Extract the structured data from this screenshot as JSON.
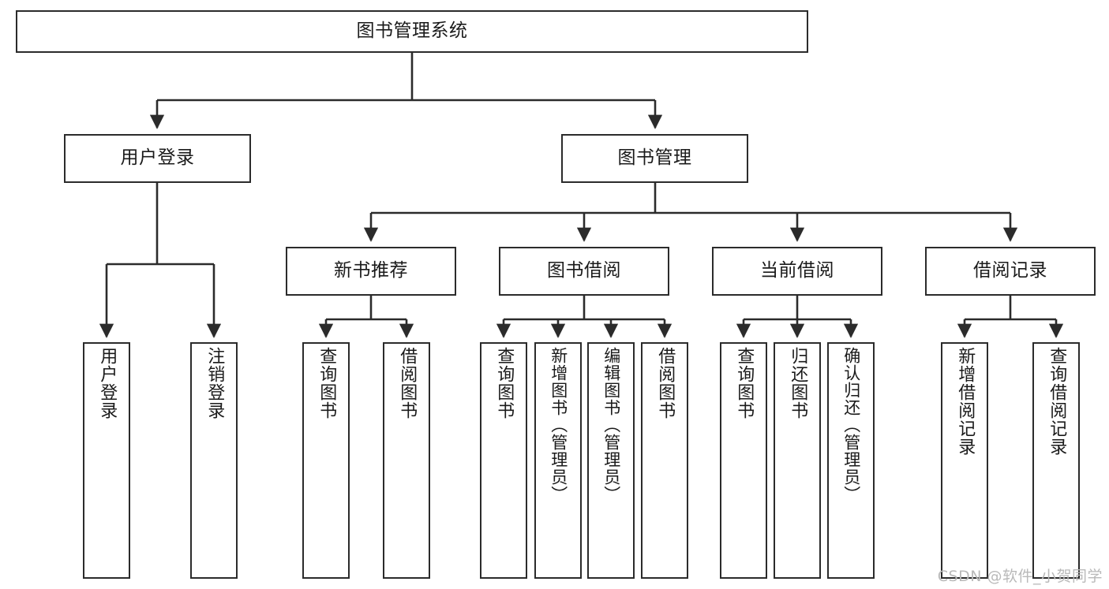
{
  "diagram": {
    "title": "图书管理系统",
    "type": "tree-hierarchy",
    "watermark": "CSDN @软件_小贺同学",
    "colors": {
      "background": "#ffffff",
      "node_border": "#2b2b2b",
      "node_fill": "#ffffff",
      "edge": "#2b2b2b",
      "text": "#1a1a1a",
      "watermark": "#b9b9b9"
    },
    "nodes": {
      "root": {
        "label": "图书管理系统",
        "level": 1,
        "orientation": "horizontal"
      },
      "level2": [
        {
          "id": "user-login",
          "label": "用户登录",
          "orientation": "horizontal"
        },
        {
          "id": "book-management",
          "label": "图书管理",
          "orientation": "horizontal"
        }
      ],
      "level3": [
        {
          "id": "new-book-recommend",
          "label": "新书推荐",
          "orientation": "horizontal",
          "parent": "book-management"
        },
        {
          "id": "book-borrow",
          "label": "图书借阅",
          "orientation": "horizontal",
          "parent": "book-management"
        },
        {
          "id": "current-borrow",
          "label": "当前借阅",
          "orientation": "horizontal",
          "parent": "book-management"
        },
        {
          "id": "borrow-record",
          "label": "借阅记录",
          "orientation": "horizontal",
          "parent": "book-management"
        }
      ],
      "leaves": [
        {
          "id": "leaf-user-login",
          "label": "用户登录",
          "parent": "user-login",
          "orientation": "vertical"
        },
        {
          "id": "leaf-user-logout",
          "label": "注销登录",
          "parent": "user-login",
          "orientation": "vertical"
        },
        {
          "id": "leaf-query-book-1",
          "label": "查询图书",
          "parent": "new-book-recommend",
          "orientation": "vertical"
        },
        {
          "id": "leaf-borrow-book-1",
          "label": "借阅图书",
          "parent": "new-book-recommend",
          "orientation": "vertical"
        },
        {
          "id": "leaf-query-book-2",
          "label": "查询图书",
          "parent": "book-borrow",
          "orientation": "vertical"
        },
        {
          "id": "leaf-add-book",
          "label": "新增图书（管理员）",
          "parent": "book-borrow",
          "orientation": "vertical"
        },
        {
          "id": "leaf-edit-book",
          "label": "编辑图书（管理员）",
          "parent": "book-borrow",
          "orientation": "vertical"
        },
        {
          "id": "leaf-borrow-book-2",
          "label": "借阅图书",
          "parent": "book-borrow",
          "orientation": "vertical"
        },
        {
          "id": "leaf-query-book-3",
          "label": "查询图书",
          "parent": "current-borrow",
          "orientation": "vertical"
        },
        {
          "id": "leaf-return-book",
          "label": "归还图书",
          "parent": "current-borrow",
          "orientation": "vertical"
        },
        {
          "id": "leaf-confirm-return",
          "label": "确认归还（管理员）",
          "parent": "current-borrow",
          "orientation": "vertical"
        },
        {
          "id": "leaf-add-record",
          "label": "新增借阅记录",
          "parent": "borrow-record",
          "orientation": "vertical"
        },
        {
          "id": "leaf-query-record",
          "label": "查询借阅记录",
          "parent": "borrow-record",
          "orientation": "vertical"
        }
      ]
    }
  }
}
